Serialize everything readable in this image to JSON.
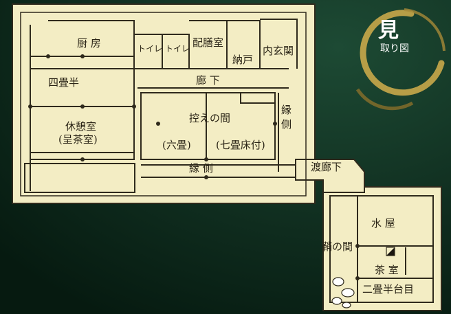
{
  "emblem": {
    "title": "見",
    "subtitle": "取り図"
  },
  "rooms": {
    "kitchen": "厨 房",
    "toilet_1": "トイレ",
    "toilet_2": "トイレ",
    "pantry": "配膳室",
    "storage": "納戸",
    "inner_entrance": "内玄関",
    "corridor": "廊 下",
    "four_half_mat": "四畳半",
    "rest_room": "休憩室",
    "rest_room_sub": "(呈茶室)",
    "anteroom": "控えの間",
    "six_mat": "(六畳)",
    "seven_mat": "(七畳床付)",
    "veranda_right": "縁側",
    "veranda_bottom": "縁  側",
    "passage": "渡廊下",
    "mizuya": "水  屋",
    "saya_no_ma": "鞘の間",
    "tea_room": "茶  室",
    "tea_room_size": "二畳半台目"
  },
  "colors": {
    "background": "#0e2a1c",
    "paper": "#f3edc4",
    "line": "#2f2a1c"
  }
}
